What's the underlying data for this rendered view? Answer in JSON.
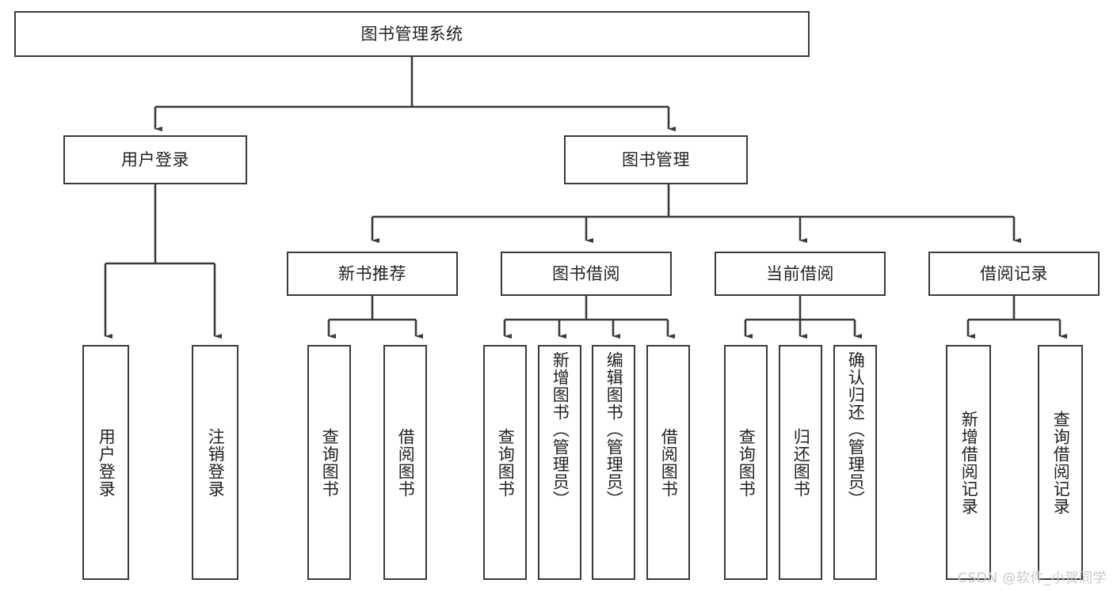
{
  "diagram": {
    "title": "图书管理系统",
    "watermark": "CSDN @软件_小贺同学",
    "colors": {
      "box_border": "#3a3a3a",
      "edge": "#3a3a3a",
      "text": "#222222",
      "background": "#ffffff",
      "watermark": "#c9c9c9"
    },
    "nodes": {
      "root": {
        "label": "图书管理系统"
      },
      "level1": [
        {
          "label": "用户登录"
        },
        {
          "label": "图书管理"
        }
      ],
      "level2": [
        {
          "label": "新书推荐"
        },
        {
          "label": "图书借阅"
        },
        {
          "label": "当前借阅"
        },
        {
          "label": "借阅记录"
        }
      ],
      "leaves": {
        "user_login": [
          {
            "label": "用户登录"
          },
          {
            "label": "注销登录"
          }
        ],
        "new_book_recommend": [
          {
            "label": "查询图书"
          },
          {
            "label": "借阅图书"
          }
        ],
        "book_borrow": [
          {
            "label": "查询图书"
          },
          {
            "label": "新增图书（管理员）"
          },
          {
            "label": "编辑图书（管理员）"
          },
          {
            "label": "借阅图书"
          }
        ],
        "current_borrow": [
          {
            "label": "查询图书"
          },
          {
            "label": "归还图书"
          },
          {
            "label": "确认归还（管理员）"
          }
        ],
        "borrow_record": [
          {
            "label": "新增借阅记录"
          },
          {
            "label": "查询借阅记录"
          }
        ]
      }
    }
  }
}
